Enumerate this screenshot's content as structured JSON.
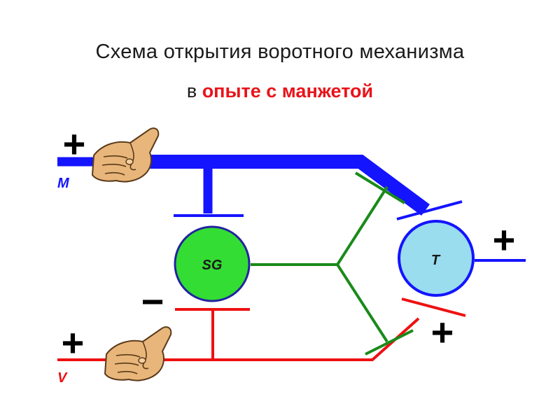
{
  "title": "Схема открытия воротного механизма",
  "subtitle": {
    "prefix": "в",
    "highlight": "опыте с манжетой"
  },
  "nodes": {
    "sg": "SG",
    "t": "T"
  },
  "lines": {
    "m": "M",
    "v": "V"
  },
  "signs": {
    "plus_m": "+",
    "plus_v": "+",
    "plus_t_out": "+",
    "plus_t_red": "+",
    "minus_sg": "−"
  },
  "colors": {
    "blue": "#1414ff",
    "red": "#ee1111",
    "green": "#1a8a1a",
    "sg_fill": "#33dd33",
    "t_fill": "#99ddee",
    "hand": "#e8b67a"
  },
  "icons": [
    "pointing-hand-icon"
  ]
}
